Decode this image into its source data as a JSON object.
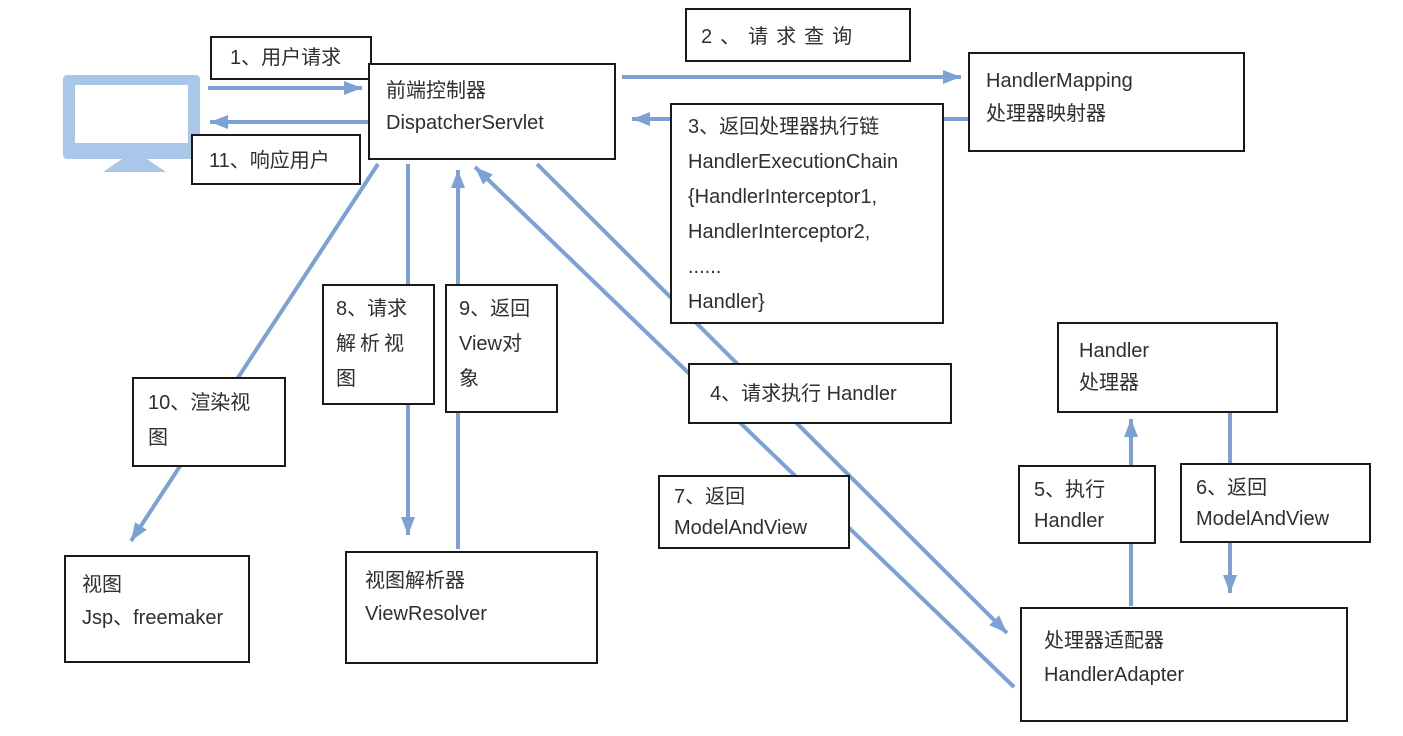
{
  "diagram_type": "flow-diagram",
  "colors": {
    "arrow": "#7CA2D5",
    "monitor": "#A9C7E9",
    "border": "#1a1a1a",
    "text": "#2f2f2f",
    "bg": "#ffffff"
  },
  "icons": {
    "monitor": "computer-monitor-icon"
  },
  "nodes": {
    "user_request": {
      "lines": [
        "1、用户请求"
      ]
    },
    "dispatcher": {
      "lines": [
        "前端控制器",
        "DispatcherServlet"
      ]
    },
    "respond_user": {
      "lines": [
        "11、响应用户"
      ]
    },
    "request_query": {
      "lines": [
        "2、请求查询"
      ]
    },
    "handler_mapping": {
      "lines": [
        "HandlerMapping",
        "处理器映射器"
      ]
    },
    "return_chain": {
      "lines": [
        "3、返回处理器执行链",
        "HandlerExecutionChain",
        "{HandlerInterceptor1,",
        "HandlerInterceptor2,",
        "......",
        "Handler}"
      ]
    },
    "request_resolve_view": {
      "lines": [
        "8、请求",
        "解析视",
        "图"
      ]
    },
    "return_view_object": {
      "lines": [
        "9、返回",
        "View对",
        "象"
      ]
    },
    "render_view": {
      "lines": [
        "10、渲染视",
        "图"
      ]
    },
    "request_execute_handler": {
      "lines": [
        "4、请求执行 Handler"
      ]
    },
    "return_mav_dispatcher": {
      "lines": [
        "7、返回",
        "ModelAndView"
      ]
    },
    "handler": {
      "lines": [
        "Handler",
        "处理器"
      ]
    },
    "execute_handler": {
      "lines": [
        "5、执行",
        "Handler"
      ]
    },
    "return_mav_adapter": {
      "lines": [
        "6、返回",
        "ModelAndView"
      ]
    },
    "view": {
      "lines": [
        "视图",
        "Jsp、freemaker"
      ]
    },
    "view_resolver": {
      "lines": [
        "视图解析器",
        "ViewResolver"
      ]
    },
    "handler_adapter": {
      "lines": [
        "处理器适配器",
        "HandlerAdapter"
      ]
    }
  }
}
